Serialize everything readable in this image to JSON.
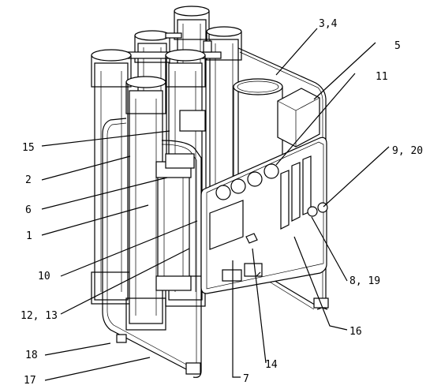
{
  "diagram": {
    "labels": [
      {
        "id": "lbl-3-4",
        "text": "3,4"
      },
      {
        "id": "lbl-5",
        "text": "5"
      },
      {
        "id": "lbl-11",
        "text": "11"
      },
      {
        "id": "lbl-9-20",
        "text": "9, 20"
      },
      {
        "id": "lbl-15",
        "text": "15"
      },
      {
        "id": "lbl-2",
        "text": "2"
      },
      {
        "id": "lbl-6",
        "text": "6"
      },
      {
        "id": "lbl-1",
        "text": "1"
      },
      {
        "id": "lbl-10",
        "text": "10"
      },
      {
        "id": "lbl-12-13",
        "text": "12, 13"
      },
      {
        "id": "lbl-18",
        "text": "18"
      },
      {
        "id": "lbl-17",
        "text": "17"
      },
      {
        "id": "lbl-14",
        "text": "14"
      },
      {
        "id": "lbl-7",
        "text": "7"
      },
      {
        "id": "lbl-8-19",
        "text": "8, 19"
      },
      {
        "id": "lbl-16",
        "text": "16"
      }
    ]
  }
}
